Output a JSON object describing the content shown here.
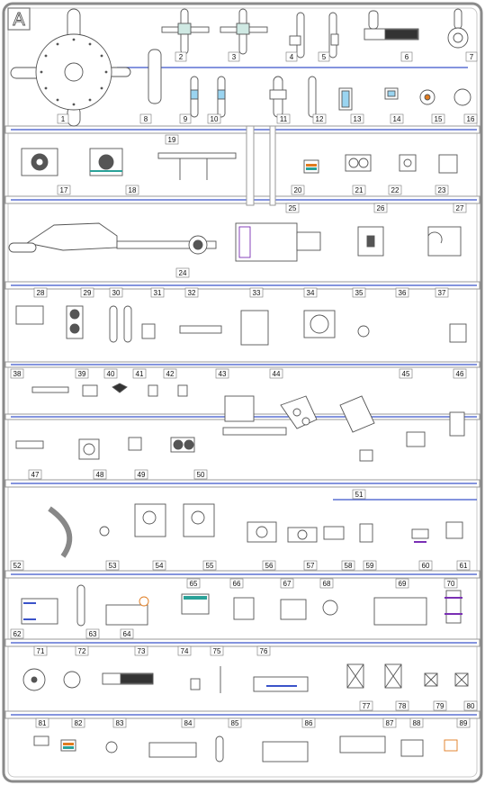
{
  "sheet_letter": "A",
  "part_numbers": [
    "1",
    "2",
    "3",
    "4",
    "5",
    "6",
    "7",
    "8",
    "9",
    "10",
    "11",
    "12",
    "13",
    "14",
    "15",
    "16",
    "17",
    "18",
    "19",
    "20",
    "21",
    "22",
    "23",
    "24",
    "25",
    "26",
    "27",
    "28",
    "29",
    "30",
    "31",
    "32",
    "33",
    "34",
    "35",
    "36",
    "37",
    "38",
    "39",
    "40",
    "41",
    "42",
    "43",
    "44",
    "45",
    "46",
    "47",
    "48",
    "49",
    "50",
    "51",
    "52",
    "53",
    "54",
    "55",
    "56",
    "57",
    "58",
    "59",
    "60",
    "61",
    "62",
    "63",
    "64",
    "65",
    "66",
    "67",
    "68",
    "69",
    "70",
    "71",
    "72",
    "73",
    "74",
    "75",
    "76",
    "77",
    "78",
    "79",
    "80",
    "81",
    "82",
    "83",
    "84",
    "85",
    "86",
    "87",
    "88",
    "89"
  ],
  "colors": {
    "frame": "#8a8a8a",
    "runner_blue": "#3b53c9",
    "part_line": "#555555",
    "accent_teal": "#2aa198",
    "accent_purple": "#7a2fb4",
    "accent_orange": "#e07b1f"
  }
}
